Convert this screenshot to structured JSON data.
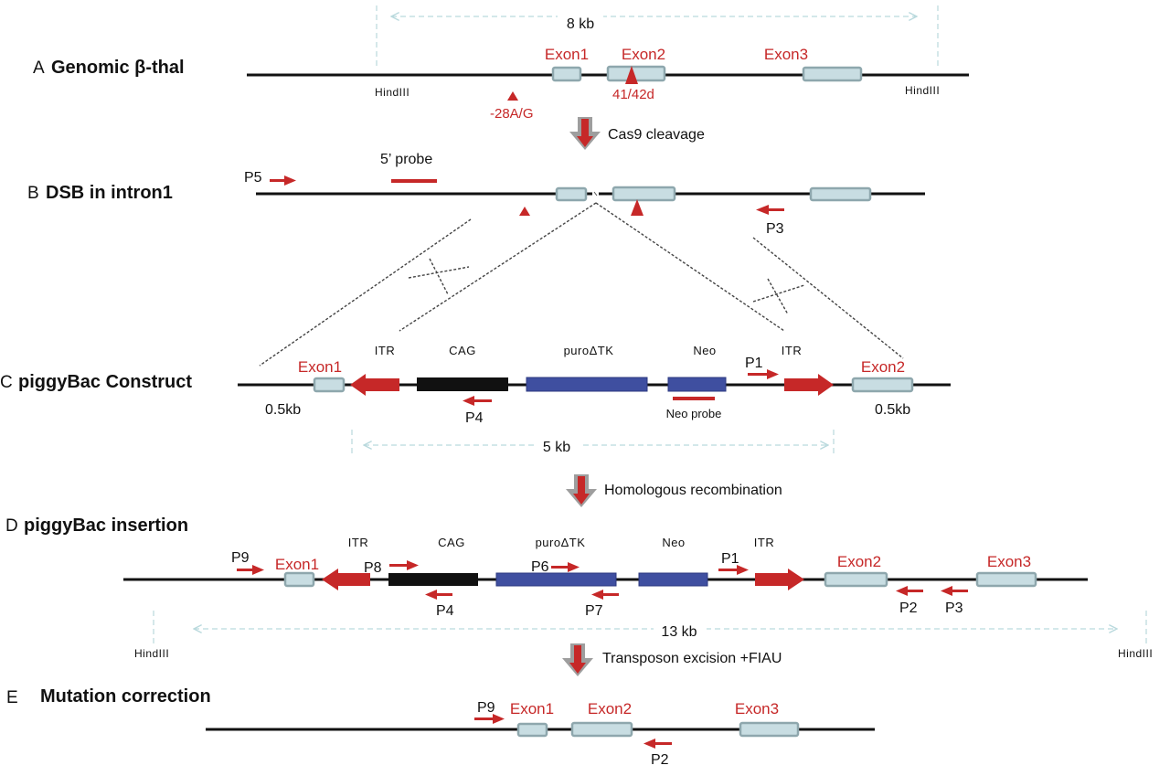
{
  "panels": {
    "a": {
      "letter": "A",
      "title": "Genomic β-thal"
    },
    "b": {
      "letter": "B",
      "title": "DSB in intron1"
    },
    "c": {
      "letter": "C",
      "title": "piggyBac Construct"
    },
    "d": {
      "letter": "D",
      "title": "piggyBac insertion"
    },
    "e": {
      "letter": "E",
      "title": "Mutation correction"
    }
  },
  "labels": {
    "size_8kb": "8 kb",
    "size_5kb": "5 kb",
    "size_13kb": "13 kb",
    "hindiii": "HindIII",
    "exon1": "Exon1",
    "exon2": "Exon2",
    "exon3": "Exon3",
    "mutation_28": "-28A/G",
    "mutation_41": "41/42d",
    "five_probe": "5’ probe",
    "neo_probe": "Neo probe",
    "arm_left": "0.5kb",
    "arm_right": "0.5kb",
    "itr": "ITR",
    "cag": "CAG",
    "puro": "puroΔTK",
    "neo": "Neo"
  },
  "primers": {
    "p1": "P1",
    "p2": "P2",
    "p3": "P3",
    "p4": "P4",
    "p5": "P5",
    "p6": "P6",
    "p7": "P7",
    "p8": "P8",
    "p9": "P9"
  },
  "steps": {
    "cas9": "Cas9 cleavage",
    "hr": "Homologous recombination",
    "excision": "Transposon  excision +FIAU"
  },
  "colors": {
    "accent_red": "#c62828",
    "exon_fill": "#c8dde2",
    "puro_neo_fill": "#3f4fa0",
    "cag_fill": "#111111",
    "step_arrow": "#9e9e9e"
  }
}
